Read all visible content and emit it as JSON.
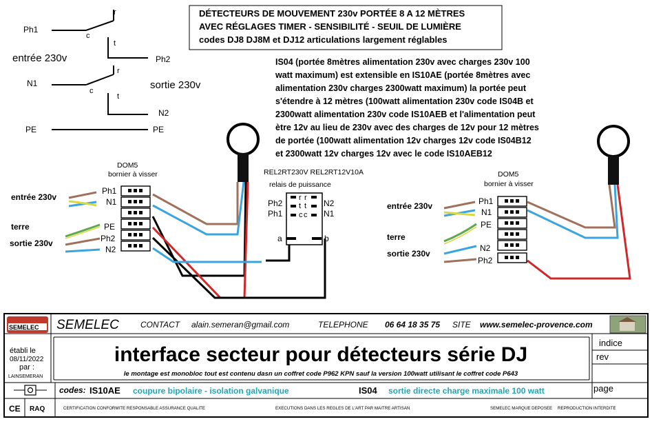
{
  "title_lines": [
    "DÉTECTEURS DE MOUVEMENT 230v  PORTÉE 8 A 12 MÈTRES",
    "AVEC RÉGLAGES TIMER   -   SENSIBILITÉ   -   SEUIL DE LUMIÈRE",
    "codes   DJ8 DJ8M et DJ12   articulations largement réglables"
  ],
  "description_lines": [
    "IS04 (portée 8mètres alimentation 230v avec charges 230v 100",
    "watt maximum) est extensible en IS10AE (portée 8mètres avec",
    "alimentation 230v charges 2300watt maximum)  la portée peut",
    "s'étendre à 12 mètres (100watt alimentation 230v code IS04B et",
    "2300watt alimentation 230v code IS10AEB et l'alimentation peut",
    "ètre 12v au lieu de 230v avec des charges de 12v pour 12 mètres",
    "de portée (100watt alimentation 12v charges 12v code IS04B12",
    "et 2300watt 12v charges 12v avec le code IS10AEB12"
  ],
  "schematic": {
    "ph1": "Ph1",
    "ph2": "Ph2",
    "n1": "N1",
    "n2": "N2",
    "pe_left": "PE",
    "pe_right": "PE",
    "r": "r",
    "c": "c",
    "t": "t",
    "entree": "entrée 230v",
    "sortie": "sortie  230v"
  },
  "left_terminal": {
    "title1": "DOM5",
    "title2": "bornier à visser",
    "labels": [
      "Ph1",
      "N1",
      "PE",
      "Ph2",
      "N2"
    ],
    "side_entree": "entrée 230v",
    "side_terre": "terre",
    "side_sortie": "sortie 230v"
  },
  "relay": {
    "title1": "REL2RT230V REL2RT12V10A",
    "title2": "relais de puissance",
    "left_labels": [
      "Ph2",
      "Ph1"
    ],
    "right_labels": [
      "N2",
      "N1"
    ],
    "pins": [
      "r",
      "r",
      "t",
      "t",
      "c",
      "c"
    ],
    "a": "a",
    "b": "b"
  },
  "right_terminal": {
    "title1": "DOM5",
    "title2": "bornier à visser",
    "labels": [
      "Ph1",
      "N1",
      "PE",
      "N2",
      "Ph2"
    ],
    "side_entree": "entrée 230v",
    "side_terre": "terre",
    "side_sortie": "sortie 230v"
  },
  "footer": {
    "brand": "SEMELEC",
    "logo_text": "SEMELEC",
    "contact_label": "CONTACT",
    "email": "alain.semeran@gmail.com",
    "phone_label": "TELEPHONE",
    "phone": "06 64 18 35 75",
    "site_label": "SITE",
    "site": "www.semelec-provence.com",
    "etabli": "établi le",
    "date": "08/11/2022",
    "par": "par :",
    "author": "LAINSEMERAN",
    "main_title": "interface secteur pour détecteurs série DJ",
    "subtitle": "le montage est monobloc tout est contenu dasn un coffret code P962 KPN sauf la version 100watt utilisant le coffret code P643",
    "indice": "indice",
    "rev": "rev",
    "page": "page",
    "codes_label": "codes:",
    "code1": "IS10AE",
    "code1_desc": "coupure bipolaire - isolation galvanique",
    "code2": "IS04",
    "code2_desc": "sortie directe charge maximale 100 watt",
    "ce": "CE",
    "raq": "RAQ",
    "cert1": "CERTIFICATION CONFORMITE RESPONSABLE ASSURANCE QUALITE",
    "cert2": "EXECUTIONS DANS LES REGLES DE L'ART PAR MAITRE ARTISAN",
    "cert3": "SEMELEC MARQUE DEPOSEE",
    "cert4": "REPRODUCTION INTERDITE"
  },
  "colors": {
    "brown": "#a0705a",
    "blue": "#3aa4df",
    "green": "#5fa84c",
    "yellow": "#d8d840",
    "red": "#d02828",
    "black": "#000000",
    "cyan_text": "#1fa7b5"
  }
}
